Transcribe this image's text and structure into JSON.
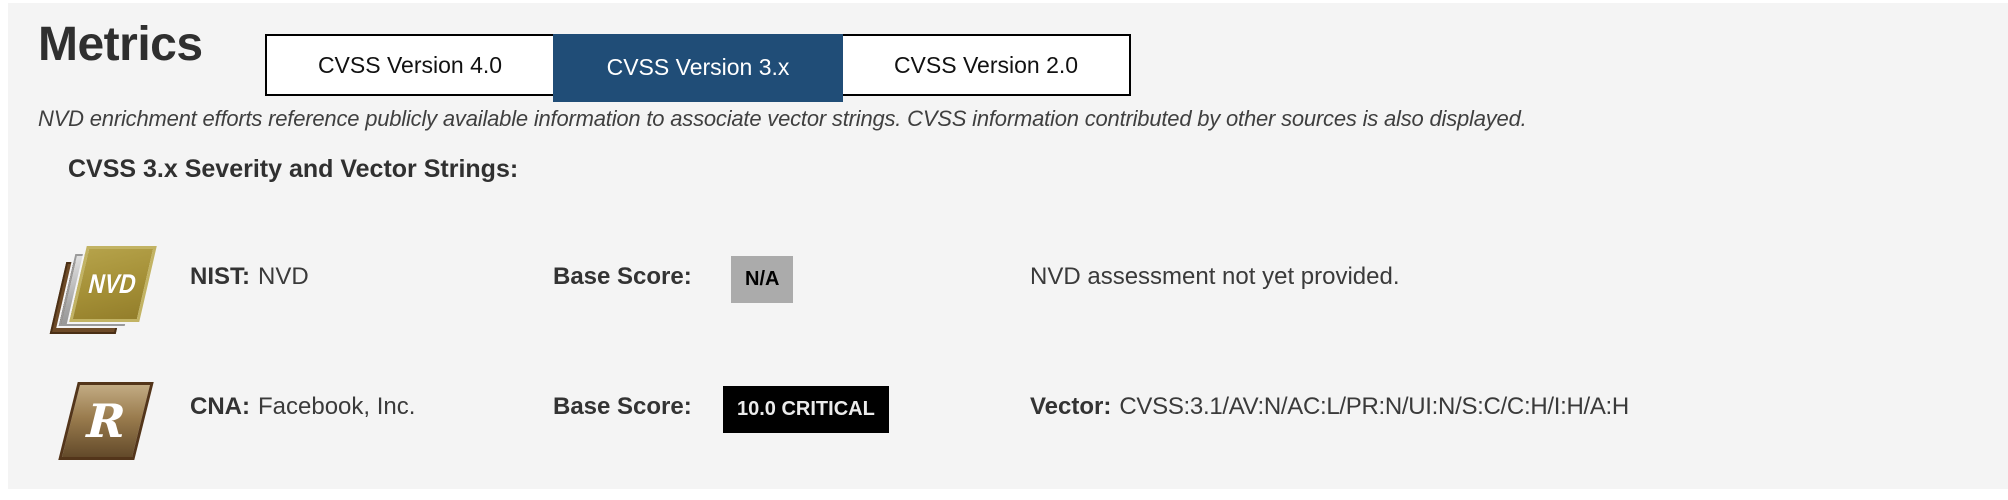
{
  "header": {
    "title": "Metrics",
    "tabs": [
      {
        "label": "CVSS Version 4.0",
        "active": false
      },
      {
        "label": "CVSS Version 3.x",
        "active": true
      },
      {
        "label": "CVSS Version 2.0",
        "active": false
      }
    ]
  },
  "note": "NVD enrichment efforts reference publicly available information to associate vector strings. CVSS information contributed by other sources is also displayed.",
  "section_heading": "CVSS 3.x Severity and Vector Strings:",
  "rows": [
    {
      "icon": "nvd-stack-icon",
      "icon_text": "NVD",
      "source_label": "NIST:",
      "source_value": "NVD",
      "base_score_label": "Base Score:",
      "badge_text": "N/A",
      "badge_bg": "#ababab",
      "badge_color": "#000000",
      "detail_label": "",
      "detail_value": "NVD assessment not yet provided."
    },
    {
      "icon": "cna-r-icon",
      "icon_text": "R",
      "source_label": "CNA:",
      "source_value": "Facebook, Inc.",
      "base_score_label": "Base Score:",
      "badge_text": "10.0 CRITICAL",
      "badge_bg": "#000000",
      "badge_color": "#ebebeb",
      "detail_label": "Vector:",
      "detail_value": "CVSS:3.1/AV:N/AC:L/PR:N/UI:N/S:C/C:H/I:H/A:H"
    }
  ],
  "colors": {
    "panel_background": "#f4f4f4",
    "active_tab": "#204d77",
    "badge_na_bg": "#ababab",
    "badge_critical_bg": "#000000",
    "text": "#3a3a3a"
  }
}
